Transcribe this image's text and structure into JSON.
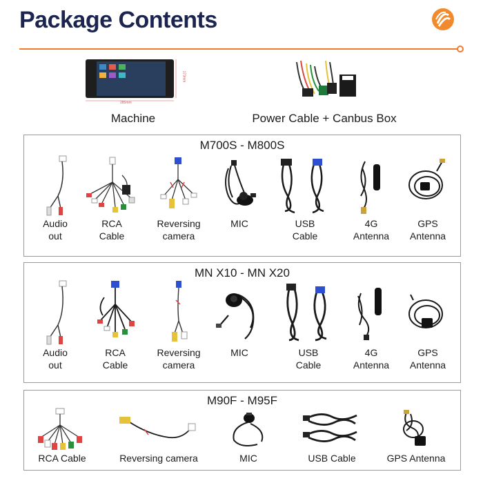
{
  "header": {
    "title": "Package Contents"
  },
  "top": {
    "machine": {
      "label": "Machine",
      "dim_width": "285mm",
      "dim_height": "173mm"
    },
    "power": {
      "label": "Power Cable + Canbus Box"
    }
  },
  "panels": [
    {
      "title": "M700S - M800S",
      "items": [
        {
          "line1": "Audio",
          "line2": "out"
        },
        {
          "line1": "RCA",
          "line2": "Cable"
        },
        {
          "line1": "Reversing",
          "line2": "camera"
        },
        {
          "line1": "MIC",
          "line2": ""
        },
        {
          "line1": "USB",
          "line2": "Cable"
        },
        {
          "line1": "4G",
          "line2": "Antenna"
        },
        {
          "line1": "GPS",
          "line2": "Antenna"
        }
      ]
    },
    {
      "title": "MN X10 - MN X20",
      "items": [
        {
          "line1": "Audio",
          "line2": "out"
        },
        {
          "line1": "RCA",
          "line2": "Cable"
        },
        {
          "line1": "Reversing",
          "line2": "camera"
        },
        {
          "line1": "MIC",
          "line2": ""
        },
        {
          "line1": "USB",
          "line2": "Cable"
        },
        {
          "line1": "4G",
          "line2": "Antenna"
        },
        {
          "line1": "GPS",
          "line2": "Antenna"
        }
      ]
    },
    {
      "title": "M90F - M95F",
      "items": [
        {
          "line1": "RCA Cable"
        },
        {
          "line1": "Reversing camera"
        },
        {
          "line1": "MIC"
        },
        {
          "line1": "USB Cable"
        },
        {
          "line1": "GPS Antenna"
        }
      ]
    }
  ],
  "colors": {
    "accent": "#ef7a2a",
    "title": "#1b2550"
  }
}
